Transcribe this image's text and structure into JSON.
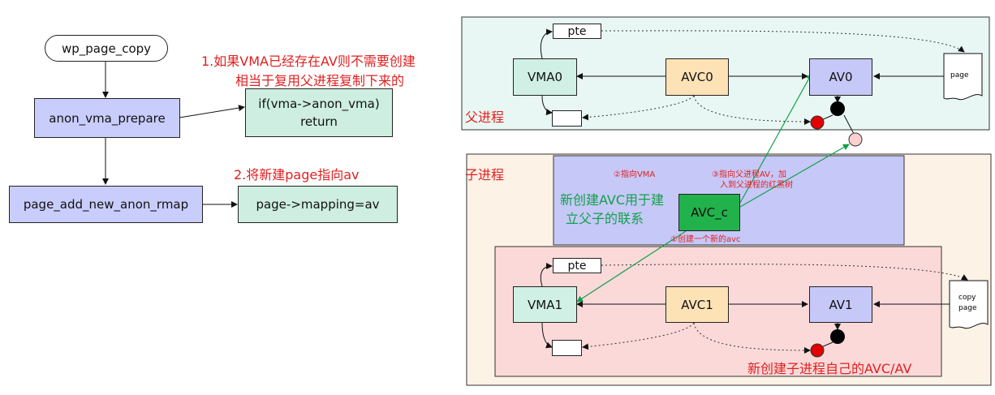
{
  "left": {
    "start": "wp_page_copy",
    "prepare": "anon_vma_prepare",
    "check_line1": "if(vma->anon_vma)",
    "check_line2": "return",
    "rmap": "page_add_new_anon_rmap",
    "mapping": "page->mapping=av",
    "note1_line1": "1.如果VMA已经存在AV则不需要创建",
    "note1_line2": "相当于复用父进程复制下来的",
    "note2": "2.将新建page指向av"
  },
  "parent": {
    "label": "父进程",
    "pte": "pte",
    "vma": "VMA0",
    "avc": "AVC0",
    "av": "AV0",
    "page": "page"
  },
  "child": {
    "label": "子进程",
    "avc_c": "AVC_c",
    "new_avc_line1": "新创建AVC用于建",
    "new_avc_line2": "立父子的联系",
    "step2": "②指向VMA",
    "step3_line1": "③指向父进程AV，加",
    "step3_line2": "入到父进程的红黑树",
    "step1": "①创建一个新的avc",
    "pte": "pte",
    "vma": "VMA1",
    "avc": "AVC1",
    "av": "AV1",
    "page_line1": "copy",
    "page_line2": "page",
    "own_note": "新创建子进程自己的AVC/AV"
  },
  "colors": {
    "start_fill": "#ffffff",
    "process_fill": "#c9cdfb",
    "check_fill": "#cdeee0",
    "parent_bg": "#e8f7f3",
    "child_bg": "#fdf2e6",
    "avc_c_region": "#c6c8f8",
    "child_inner": "#fbd9d9",
    "vma_fill": "#d0f0e6",
    "avc_fill": "#fde2b6",
    "av_fill": "#c6c8f8",
    "avc_c_fill": "#22b24c",
    "red_note": "#e02020",
    "green_arrow": "#12a04a"
  }
}
